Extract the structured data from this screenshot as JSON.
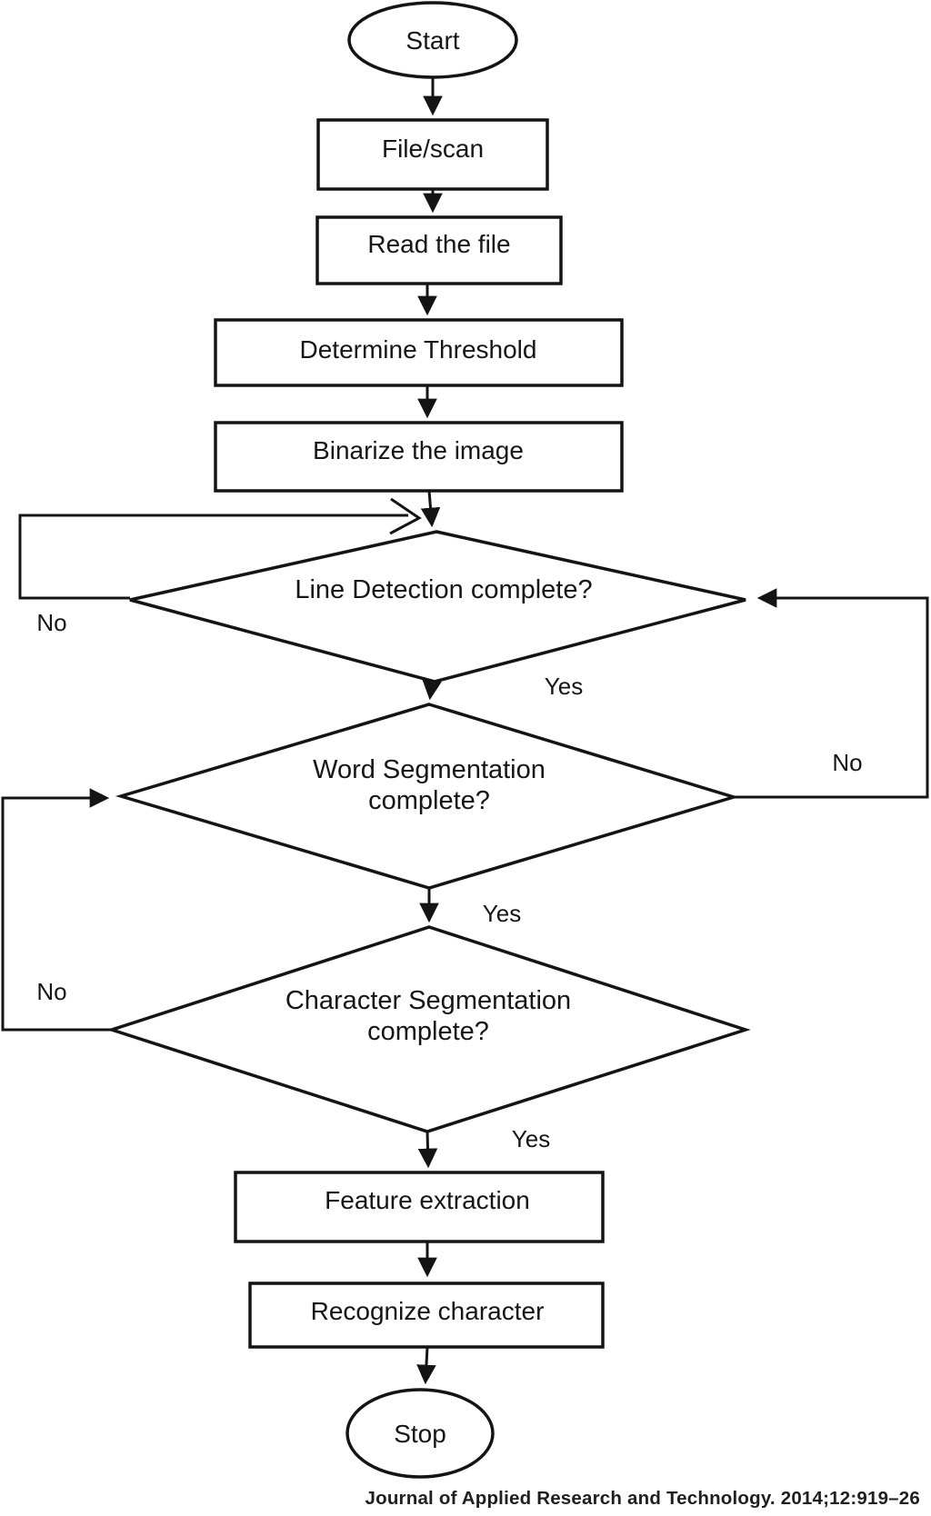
{
  "diagram": {
    "type": "flowchart",
    "subject": "OCR character recognition process",
    "colors": {
      "background": "#ffffff",
      "stroke": "#141414",
      "text": "#161616"
    },
    "nodes": [
      {
        "id": "start",
        "shape": "ellipse",
        "label": "Start",
        "lines": [
          "Start"
        ]
      },
      {
        "id": "file_scan",
        "shape": "rect",
        "label": "File/scan",
        "lines": [
          "File/scan"
        ]
      },
      {
        "id": "read_file",
        "shape": "rect",
        "label": "Read the file",
        "lines": [
          "Read the file"
        ]
      },
      {
        "id": "determine_threshold",
        "shape": "rect",
        "label": "Determine Threshold",
        "lines": [
          "Determine Threshold"
        ]
      },
      {
        "id": "binarize_image",
        "shape": "rect",
        "label": "Binarize the image",
        "lines": [
          "Binarize the image"
        ]
      },
      {
        "id": "line_detection",
        "shape": "diamond",
        "label": "Line Detection complete?",
        "lines": [
          "Line Detection complete?"
        ]
      },
      {
        "id": "word_segmentation",
        "shape": "diamond",
        "label": "Word Segmentation complete?",
        "lines": [
          "Word Segmentation",
          "complete?"
        ]
      },
      {
        "id": "char_segmentation",
        "shape": "diamond",
        "label": "Character Segmentation complete?",
        "lines": [
          "Character Segmentation",
          "complete?"
        ]
      },
      {
        "id": "feature_extraction",
        "shape": "rect",
        "label": "Feature extraction",
        "lines": [
          "Feature extraction"
        ]
      },
      {
        "id": "recognize_character",
        "shape": "rect",
        "label": "Recognize character",
        "lines": [
          "Recognize character"
        ]
      },
      {
        "id": "stop",
        "shape": "ellipse",
        "label": "Stop",
        "lines": [
          "Stop"
        ]
      }
    ],
    "edges": [
      {
        "from": "start",
        "to": "file_scan"
      },
      {
        "from": "file_scan",
        "to": "read_file"
      },
      {
        "from": "read_file",
        "to": "determine_threshold"
      },
      {
        "from": "determine_threshold",
        "to": "binarize_image"
      },
      {
        "from": "binarize_image",
        "to": "line_detection"
      },
      {
        "from": "line_detection",
        "to": "line_detection",
        "label": "No"
      },
      {
        "from": "line_detection",
        "to": "word_segmentation",
        "label": "Yes"
      },
      {
        "from": "word_segmentation",
        "to": "line_detection",
        "label": "No"
      },
      {
        "from": "word_segmentation",
        "to": "char_segmentation",
        "label": "Yes"
      },
      {
        "from": "char_segmentation",
        "to": "word_segmentation",
        "label": "No"
      },
      {
        "from": "char_segmentation",
        "to": "feature_extraction",
        "label": "Yes"
      },
      {
        "from": "feature_extraction",
        "to": "recognize_character"
      },
      {
        "from": "recognize_character",
        "to": "stop"
      }
    ],
    "caption": "Journal of Applied Research and Technology. 2014;12:919–26"
  }
}
